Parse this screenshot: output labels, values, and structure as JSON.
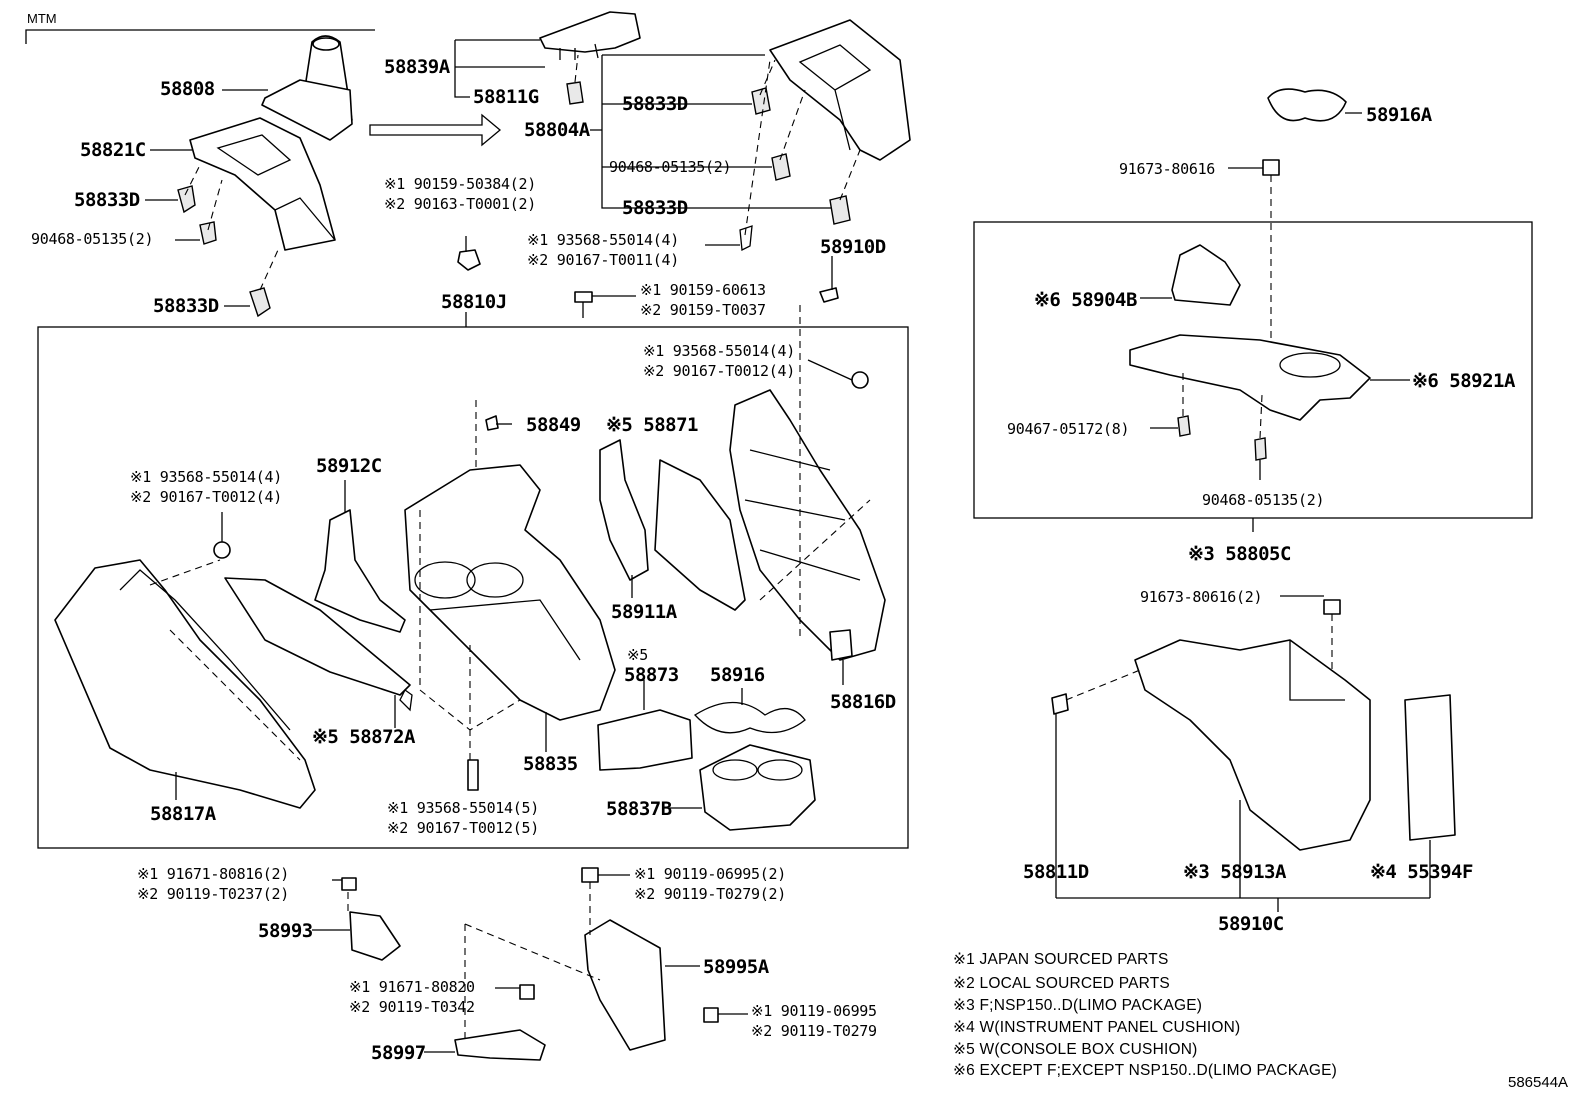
{
  "group_label": "MTM",
  "labels": {
    "p58808": "58808",
    "p58821C": "58821C",
    "p58833D_a": "58833D",
    "p90468_a": "90468-05135(2)",
    "p58833D_b": "58833D",
    "p58839A": "58839A",
    "p58811G": "58811G",
    "p58804A": "58804A",
    "p58833D_c": "58833D",
    "p90468_b": "90468-05135(2)",
    "p58833D_d": "58833D",
    "s1_90159": "※1 90159-50384(2)",
    "s2_90163": "※2 90163-T0001(2)",
    "s1_93568_top": "※1 93568-55014(4)",
    "s2_90167_top": "※2 90167-T0011(4)",
    "p58910D": "58910D",
    "s1_90159_60613": "※1 90159-60613",
    "s2_90159_T0037": "※2 90159-T0037",
    "p58810J": "58810J",
    "s1_93568_r": "※1 93568-55014(4)",
    "s2_90167_r": "※2 90167-T0012(4)",
    "p58849": "58849",
    "p58871": "※5 58871",
    "s1_93568_l": "※1 93568-55014(4)",
    "s2_90167_l": "※2 90167-T0012(4)",
    "p58912C": "58912C",
    "p58911A": "58911A",
    "p58873": "58873",
    "p58873_mark": "※5",
    "p58916": "58916",
    "p58816D": "58816D",
    "p58872A": "※5 58872A",
    "p58835": "58835",
    "p58817A": "58817A",
    "s1_93568_b": "※1 93568-55014(5)",
    "s2_90167_b": "※2 90167-T0012(5)",
    "p58837B": "58837B",
    "s1_91671": "※1 91671-80816(2)",
    "s2_90119_T0237": "※2 90119-T0237(2)",
    "p58993": "58993",
    "s1_90119_06995_2": "※1 90119-06995(2)",
    "s2_90119_T0279_2": "※2 90119-T0279(2)",
    "p58995A": "58995A",
    "s1_91671_80820": "※1 91671-80820",
    "s2_90119_T0342": "※2 90119-T0342",
    "s1_90119_06995": "※1 90119-06995",
    "s2_90119_T0279": "※2 90119-T0279",
    "p58997": "58997",
    "p58916A": "58916A",
    "p91673_a": "91673-80616",
    "p58904B": "※6 58904B",
    "p58921A": "※6 58921A",
    "p90467": "90467-05172(8)",
    "p90468_c": "90468-05135(2)",
    "p58805C": "※3 58805C",
    "p91673_b": "91673-80616(2)",
    "p58811D": "58811D",
    "p58913A": "※3 58913A",
    "p55394F": "※4 55394F",
    "p58910C": "58910C"
  },
  "notes": [
    "※1  JAPAN SOURCED PARTS",
    "※2  LOCAL SOURCED PARTS",
    "※3 F;NSP150..D(LIMO PACKAGE)",
    "※4 W(INSTRUMENT PANEL CUSHION)",
    "※5 W(CONSOLE BOX CUSHION)",
    "※6 EXCEPT F;EXCEPT NSP150..D(LIMO PACKAGE)"
  ],
  "reference_code": "586544A"
}
